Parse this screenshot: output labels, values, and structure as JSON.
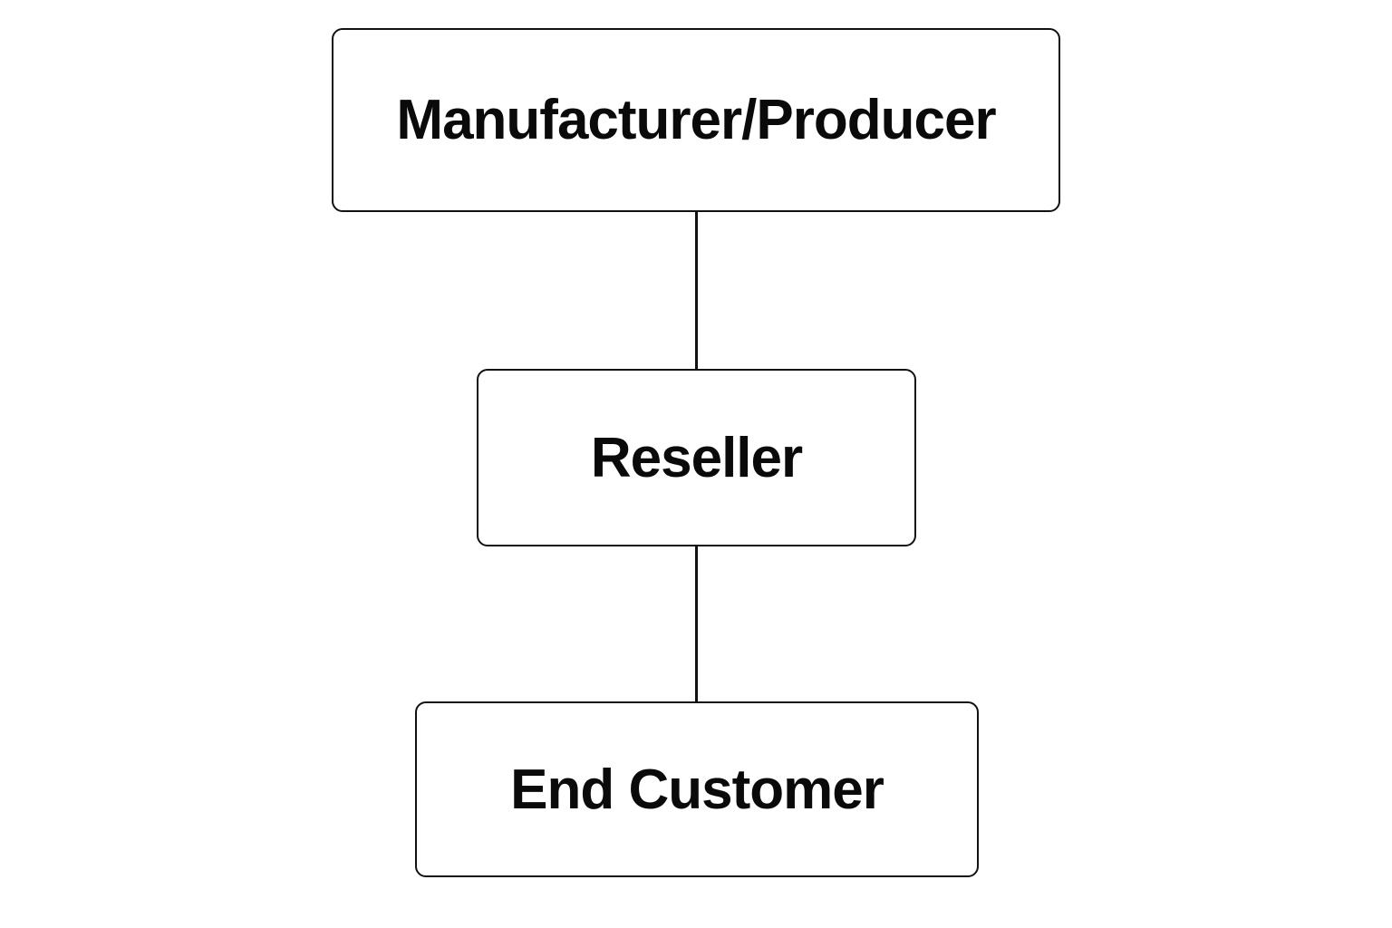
{
  "diagram": {
    "type": "vertical-flow",
    "nodes": [
      {
        "id": "manufacturer",
        "label": "Manufacturer/Producer"
      },
      {
        "id": "reseller",
        "label": "Reseller"
      },
      {
        "id": "end-customer",
        "label": "End Customer"
      }
    ],
    "edges": [
      {
        "from": "manufacturer",
        "to": "reseller"
      },
      {
        "from": "reseller",
        "to": "end-customer"
      }
    ],
    "colors": {
      "stroke": "#111111",
      "text": "#0a0a0a",
      "background": "#ffffff"
    }
  }
}
